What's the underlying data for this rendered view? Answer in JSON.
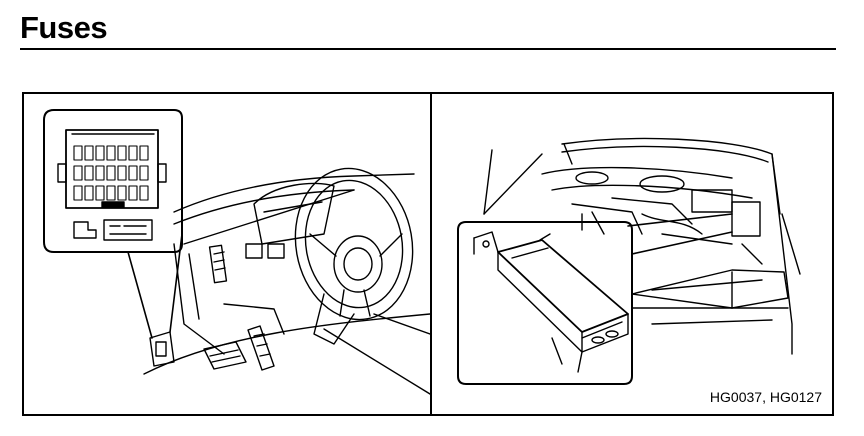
{
  "page": {
    "title": "Fuses",
    "figure_code": "HG0037, HG0127"
  },
  "figures": [
    {
      "id": "interior",
      "icon": "dashboard-fuse-panel-illustration"
    },
    {
      "id": "engine",
      "icon": "engine-bay-fuse-box-illustration"
    }
  ]
}
